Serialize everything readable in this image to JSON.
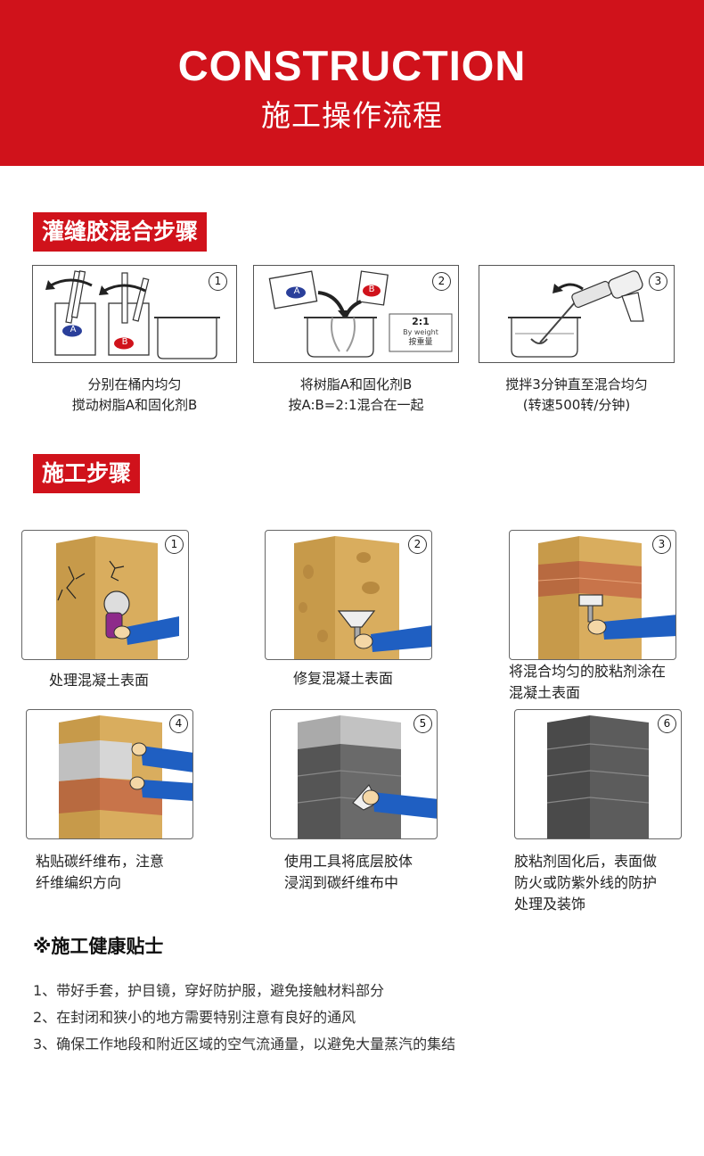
{
  "header": {
    "title": "CONSTRUCTION",
    "subtitle": "施工操作流程"
  },
  "mixing": {
    "tag": "灌缝胶混合步骤",
    "steps": [
      {
        "num": "1",
        "line1": "分别在桶内均匀",
        "line2": "搅动树脂A和固化剂B",
        "label_a": "A",
        "label_b": "B"
      },
      {
        "num": "2",
        "line1": "将树脂A和固化剂B",
        "line2": "按A:B=2:1混合在一起",
        "label_a": "A",
        "label_b": "B",
        "ratio": "2:1",
        "ratio_en": "By weight",
        "ratio_cn": "按重量"
      },
      {
        "num": "3",
        "line1": "搅拌3分钟直至混合均匀",
        "line2": "(转速500转/分钟)"
      }
    ]
  },
  "construction": {
    "tag": "施工步骤",
    "steps": [
      {
        "num": "1",
        "line1": "处理混凝土表面",
        "line2": ""
      },
      {
        "num": "2",
        "line1": "修复混凝土表面",
        "line2": ""
      },
      {
        "num": "3",
        "line1": "将混合均匀的胶粘剂涂在",
        "line2": "混凝土表面"
      },
      {
        "num": "4",
        "line1": "粘贴碳纤维布，注意",
        "line2": "纤维编织方向"
      },
      {
        "num": "5",
        "line1": "使用工具将底层胶体",
        "line2": "浸润到碳纤维布中"
      },
      {
        "num": "6",
        "line1": "胶粘剂固化后，表面做",
        "line2": "防火或防紫外线的防护",
        "line3": "处理及装饰"
      }
    ]
  },
  "tips": {
    "title": "※施工健康贴士",
    "items": [
      "1、带好手套，护目镜，穿好防护服，避免接触材料部分",
      "2、在封闭和狭小的地方需要特别注意有良好的通风",
      "3、确保工作地段和附近区域的空气流通量，以避免大量蒸汽的集结"
    ]
  },
  "colors": {
    "brand_red": "#d0121b",
    "concrete": "#c79a4a",
    "concrete_light": "#d9ad5e",
    "resin_blue": "#2a3f9a",
    "sleeve_blue": "#1f5fc2",
    "carbon_dark": "#555555"
  }
}
